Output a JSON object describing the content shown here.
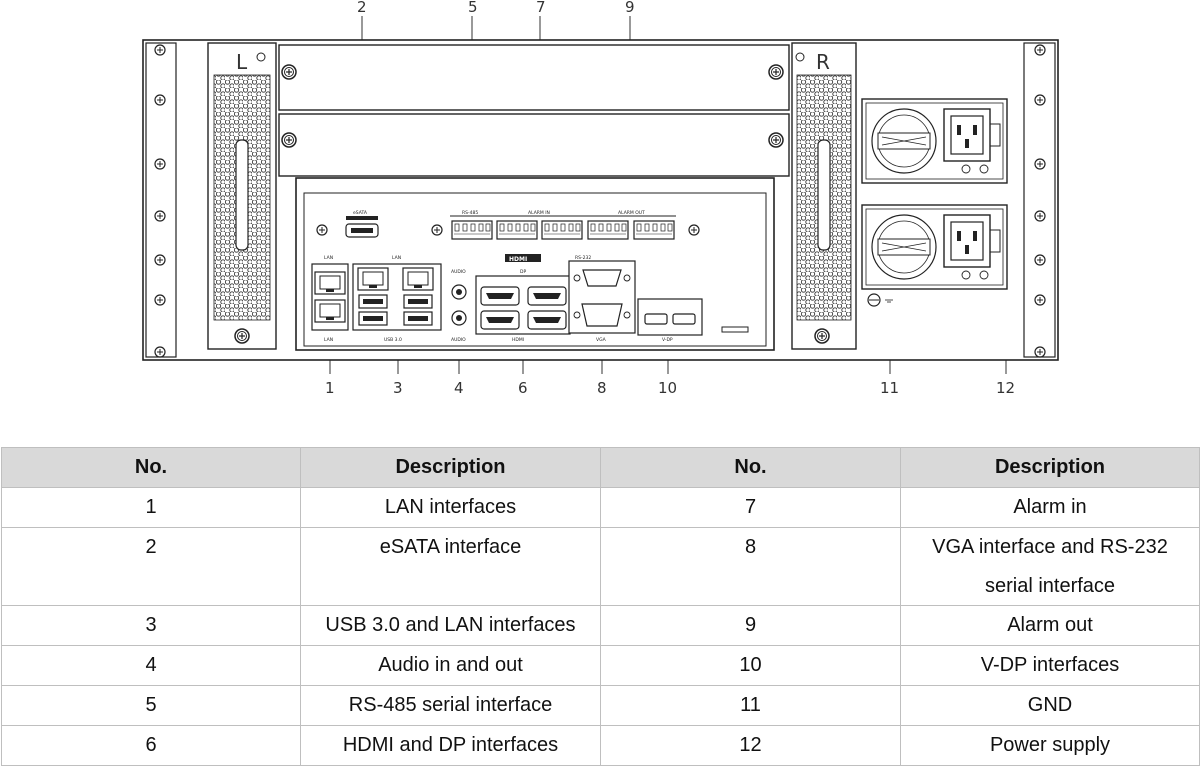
{
  "diagram": {
    "callouts_top": [
      "2",
      "5",
      "7",
      "9"
    ],
    "callouts_bottom": [
      "1",
      "3",
      "4",
      "6",
      "8",
      "10",
      "11",
      "12"
    ],
    "side_labels": {
      "left": "L",
      "right": "R"
    },
    "panel_labels": {
      "esata": "eSATA",
      "rs485": "RS-485",
      "alarm_in": "ALARM IN",
      "alarm_out": "ALARM OUT",
      "lan_top": "LAN",
      "lan_top2": "LAN",
      "lan_bottom": "LAN",
      "usb": "USB 3.0",
      "audio_top": "AUDIO",
      "audio_bottom": "AUDIO",
      "hdmi_logo": "HDMI",
      "dp": "DP",
      "hdmi_bottom": "HDMI",
      "rs232": "RS-232",
      "vga": "VGA",
      "vdp": "V-DP"
    }
  },
  "table": {
    "headers": [
      "No.",
      "Description",
      "No.",
      "Description"
    ],
    "rows": [
      [
        "1",
        "LAN interfaces",
        "7",
        "Alarm in"
      ],
      [
        "2",
        "eSATA interface",
        "8",
        "VGA interface and RS-232 serial interface"
      ],
      [
        "3",
        "USB 3.0 and LAN interfaces",
        "9",
        "Alarm out"
      ],
      [
        "4",
        "Audio in and out",
        "10",
        "V-DP interfaces"
      ],
      [
        "5",
        "RS-485 serial interface",
        "11",
        "GND"
      ],
      [
        "6",
        "HDMI and DP interfaces",
        "12",
        "Power supply"
      ]
    ]
  }
}
